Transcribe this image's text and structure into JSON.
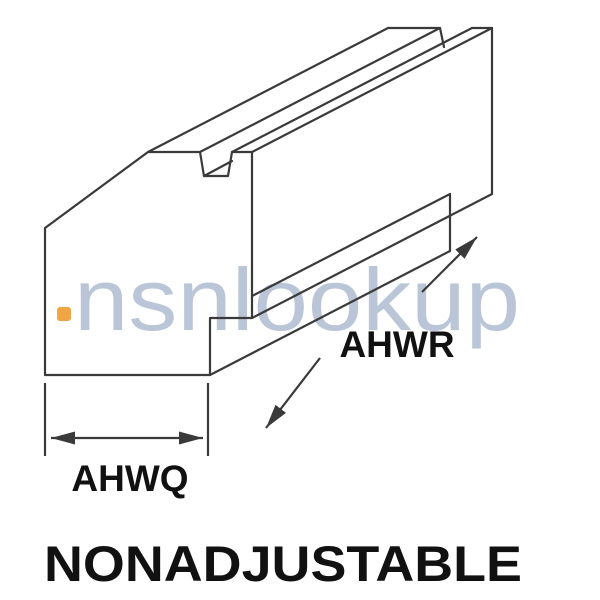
{
  "figure": {
    "caption": "NONADJUSTABLE",
    "dimension_labels": {
      "length": "AHWR",
      "width": "AHWQ"
    },
    "stroke_color": "#3a3a3a",
    "label_color": "#111111"
  },
  "watermark": {
    "text": "nsnlookup",
    "text_color": "#b7c3d6",
    "dot_color": "#f0a23c"
  }
}
